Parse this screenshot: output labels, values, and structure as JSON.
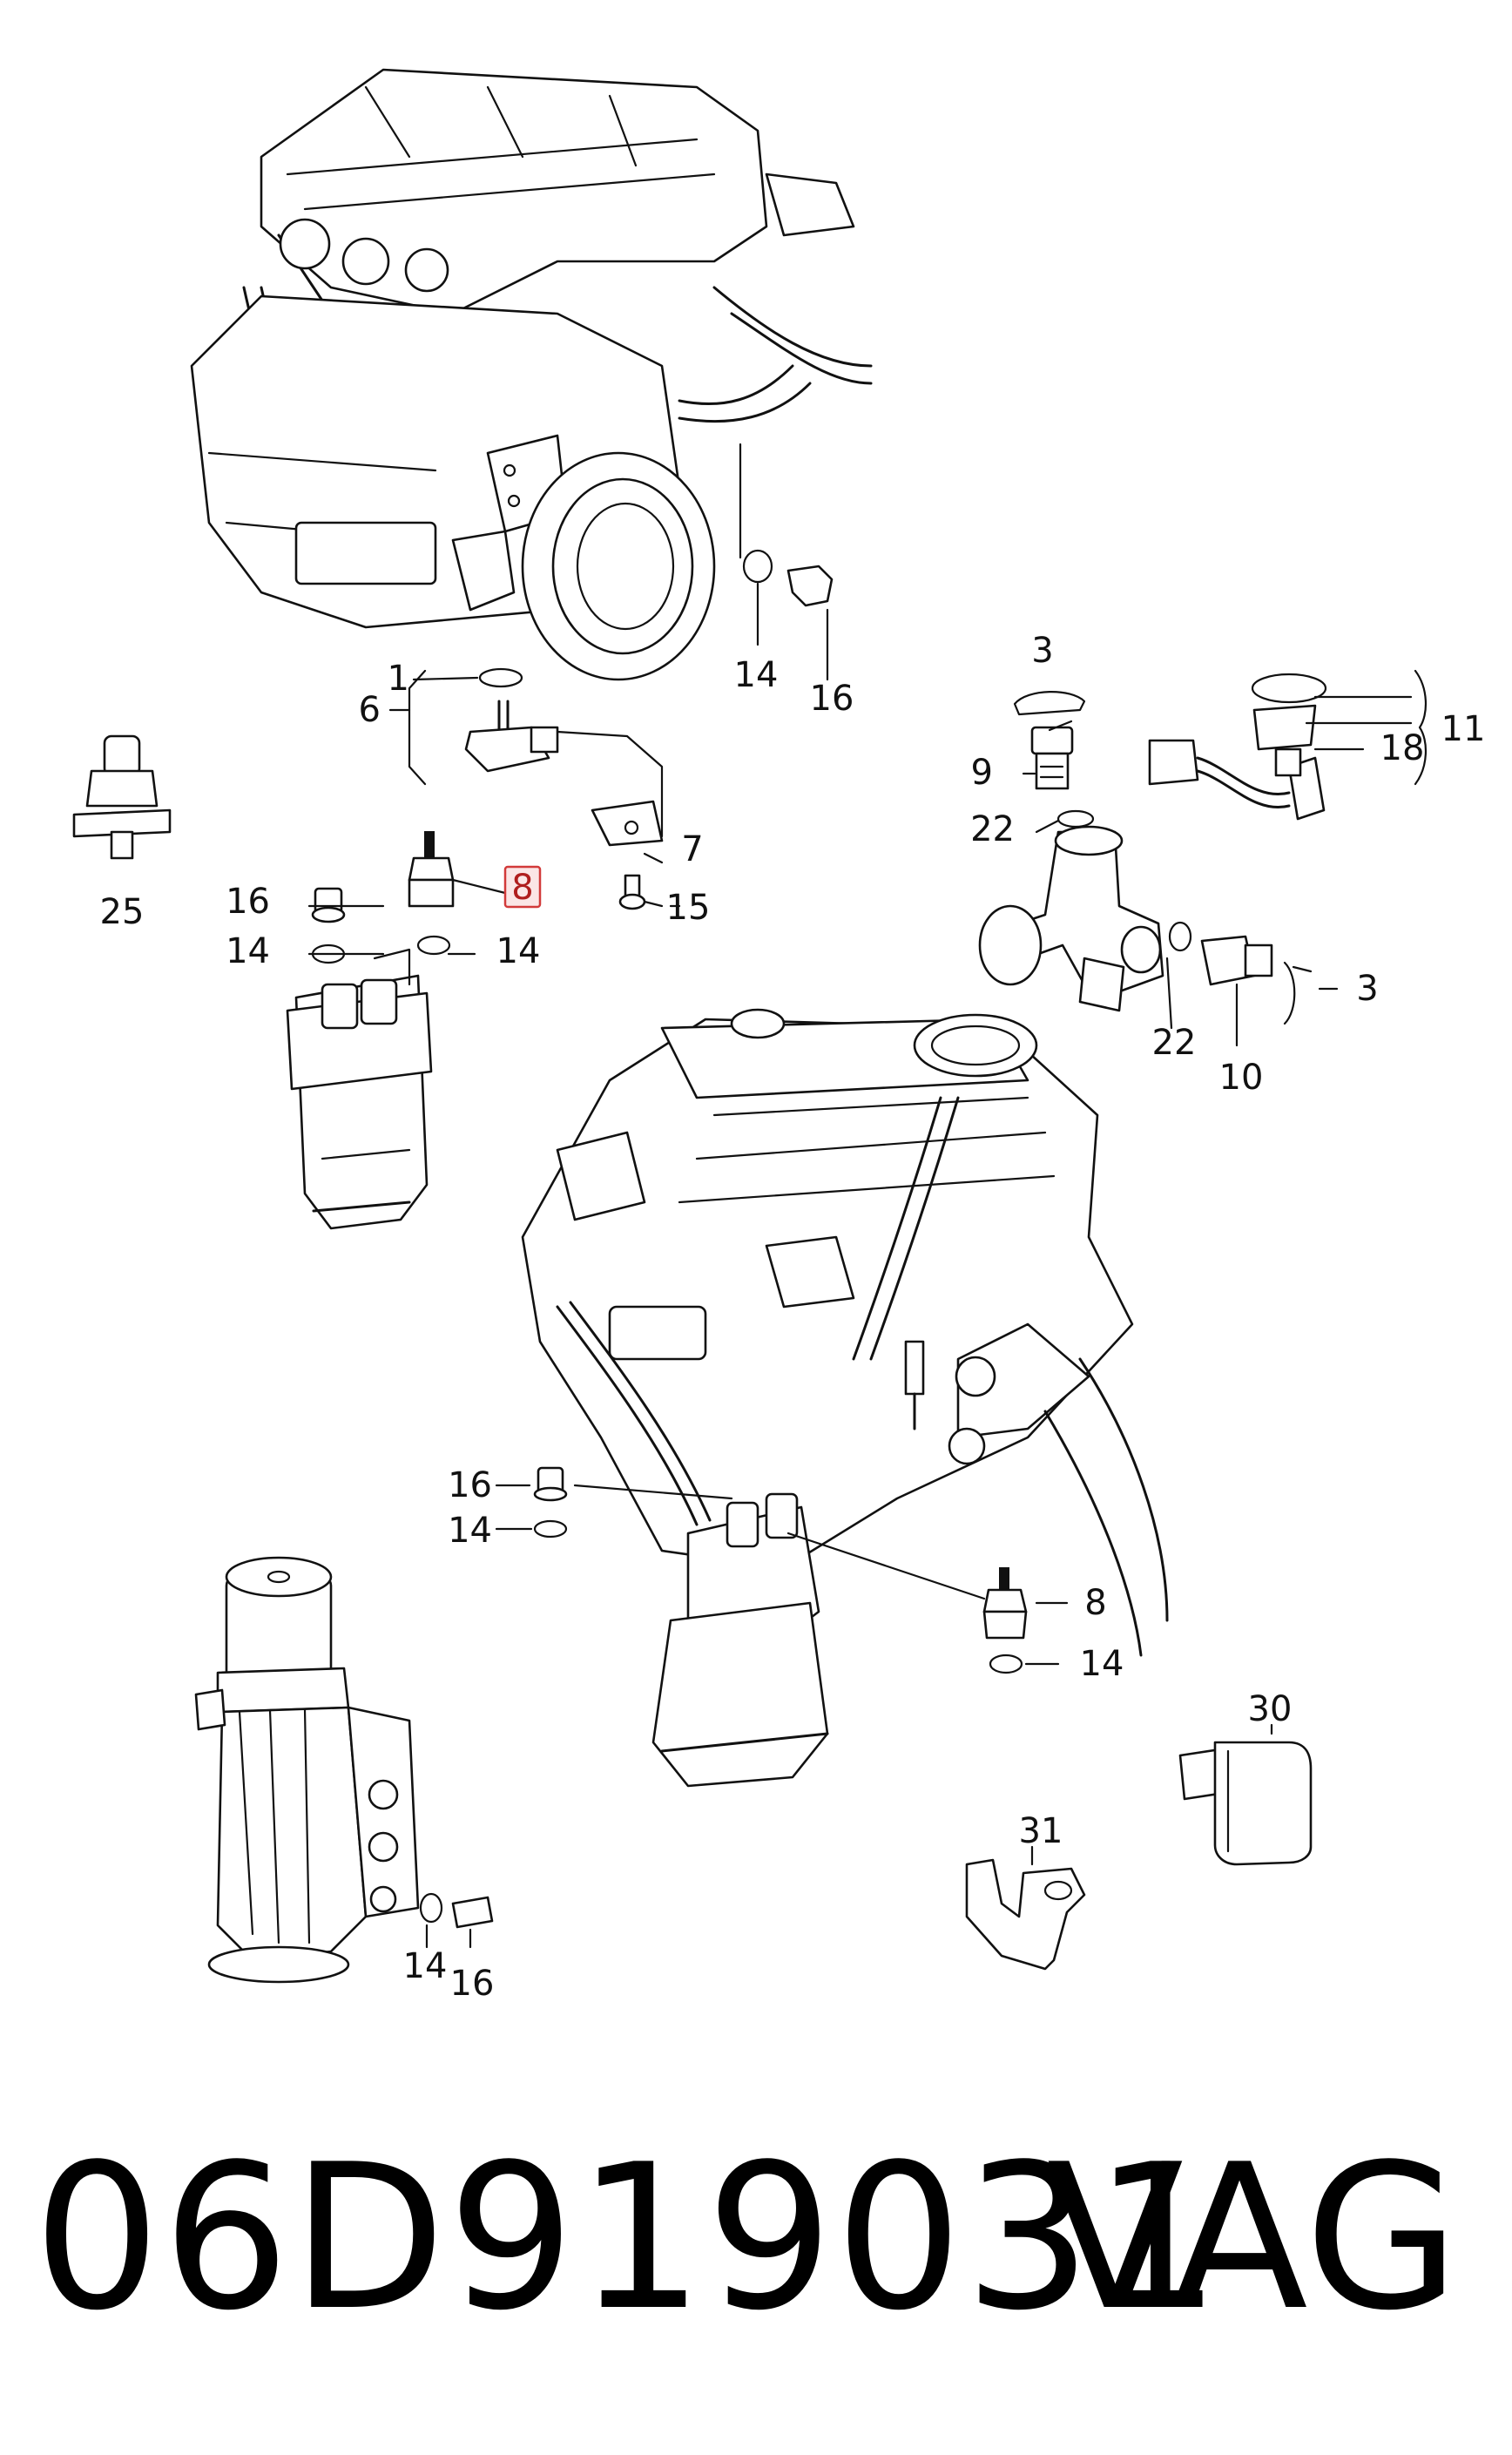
{
  "callouts": {
    "c1": "1",
    "c6": "6",
    "c14a": "14",
    "c16a": "16",
    "c3a": "3",
    "c9": "9",
    "c11": "11",
    "c18": "18",
    "c22a": "22",
    "c25": "25",
    "c8a": "8",
    "c7": "7",
    "c15": "15",
    "c16b": "16",
    "c14b": "14",
    "c14c": "14",
    "c3b": "3",
    "c22b": "22",
    "c10": "10",
    "c16c": "16",
    "c14d": "14",
    "c8b": "8",
    "c14e": "14",
    "c30": "30",
    "c31": "31",
    "c14f": "14",
    "c16d": "16"
  },
  "highlighted_callout": "8",
  "footer": {
    "part_number": "06D919031",
    "brand": "VAG"
  }
}
